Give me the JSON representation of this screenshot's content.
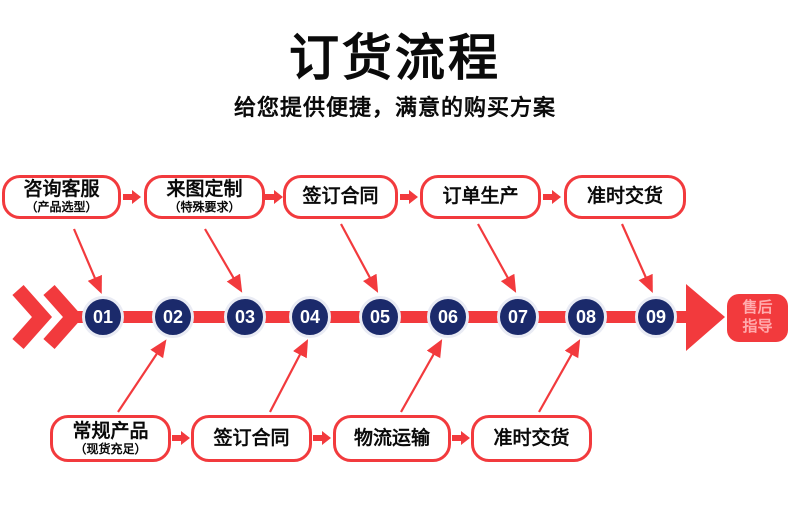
{
  "header": {
    "title": "订货流程",
    "subtitle": "给您提供便捷，满意的购买方案"
  },
  "top_steps": [
    {
      "label": "咨询客服",
      "sublabel": "（产品选型）"
    },
    {
      "label": "来图定制",
      "sublabel": "（特殊要求）"
    },
    {
      "label": "签订合同",
      "sublabel": ""
    },
    {
      "label": "订单生产",
      "sublabel": ""
    },
    {
      "label": "准时交货",
      "sublabel": ""
    }
  ],
  "bottom_steps": [
    {
      "label": "常规产品",
      "sublabel": "（现货充足）"
    },
    {
      "label": "签订合同",
      "sublabel": ""
    },
    {
      "label": "物流运输",
      "sublabel": ""
    },
    {
      "label": "准时交货",
      "sublabel": ""
    }
  ],
  "timeline": {
    "numbers": [
      "01",
      "02",
      "03",
      "04",
      "05",
      "06",
      "07",
      "08",
      "09"
    ]
  },
  "badge": {
    "line1": "售后",
    "line2": "指导"
  },
  "colors": {
    "accent_red": "#f23a3d",
    "circle_navy": "#1b2a6b",
    "badge_text_pink": "#ffabad",
    "text_black": "#0a0a0a"
  }
}
